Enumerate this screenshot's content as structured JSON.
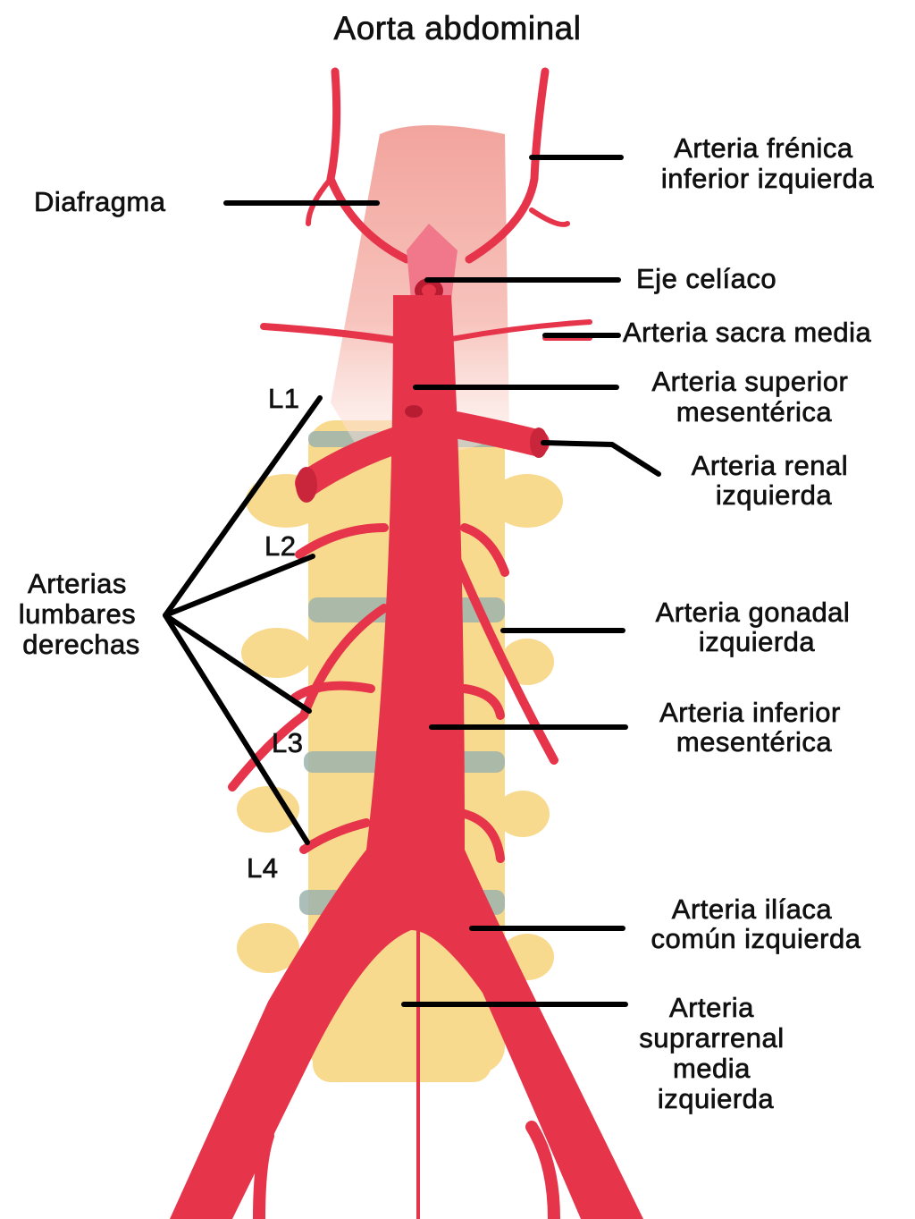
{
  "title": "Aorta abdominal",
  "labels": {
    "diafragma": "Diafragma",
    "frenica": [
      "Arteria frénica",
      "inferior izquierda"
    ],
    "celiaco": "Eje celíaco",
    "sacra": "Arteria sacra media",
    "sup_mes": [
      "Arteria superior",
      "mesentérica"
    ],
    "renal": [
      "Arteria renal",
      "izquierda"
    ],
    "gonadal": [
      "Arteria gonadal",
      "izquierda"
    ],
    "inf_mes": [
      "Arteria inferior",
      "mesentérica"
    ],
    "iliaca": [
      "Arteria ilíaca",
      "común izquierda"
    ],
    "suprarrenal": [
      "Arteria",
      "suprarrenal",
      "media",
      "izquierda"
    ],
    "lumbares": [
      "Arterias",
      "lumbares",
      "derechas"
    ],
    "vertebrae": [
      "L1",
      "L2",
      "L3",
      "L4"
    ]
  },
  "colors": {
    "artery": "#e6344b",
    "diaphragm": "#f5b3ad",
    "vertebra": "#f8da8e",
    "disc": "#9db3ad"
  }
}
